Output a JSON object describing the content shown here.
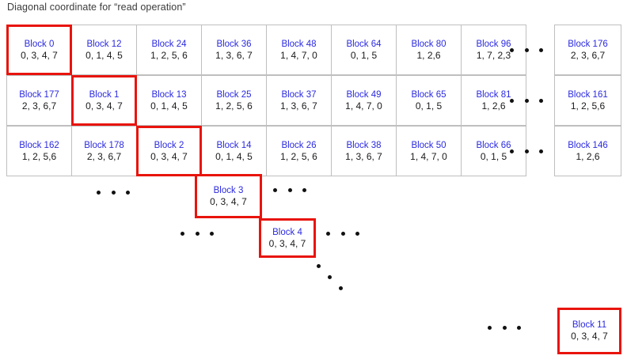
{
  "diagram": {
    "title": "Diagonal coordinate for “read operation”",
    "colors": {
      "highlight": "#e8140c",
      "block_label": "#2b2ae0",
      "values": "#1a1a1a",
      "grid_line": "#bfbfbf",
      "title_text": "#3b3b3b",
      "background": "#ffffff"
    },
    "grid": {
      "rows": [
        {
          "row_index": 0,
          "cells": [
            {
              "block": "Block 0",
              "values": "0, 3, 4, 7",
              "highlighted": true
            },
            {
              "block": "Block 12",
              "values": "0, 1, 4, 5",
              "highlighted": false
            },
            {
              "block": "Block 24",
              "values": "1, 2, 5, 6",
              "highlighted": false
            },
            {
              "block": "Block 36",
              "values": "1, 3, 6, 7",
              "highlighted": false
            },
            {
              "block": "Block 48",
              "values": "1, 4, 7, 0",
              "highlighted": false
            },
            {
              "block": "Block 64",
              "values": "0, 1, 5",
              "highlighted": false
            },
            {
              "block": "Block 80",
              "values": "1, 2,6",
              "highlighted": false
            },
            {
              "block": "Block 96",
              "values": "1, 7, 2,3",
              "highlighted": false
            }
          ],
          "ellipsis": true,
          "tail_cell": {
            "block": "Block 176",
            "values": "2, 3, 6,7",
            "highlighted": false
          }
        },
        {
          "row_index": 1,
          "cells": [
            {
              "block": "Block 177",
              "values": "2, 3, 6,7",
              "highlighted": false
            },
            {
              "block": "Block 1",
              "values": "0, 3, 4, 7",
              "highlighted": true
            },
            {
              "block": "Block 13",
              "values": "0, 1, 4, 5",
              "highlighted": false
            },
            {
              "block": "Block 25",
              "values": "1, 2, 5, 6",
              "highlighted": false
            },
            {
              "block": "Block 37",
              "values": "1, 3, 6, 7",
              "highlighted": false
            },
            {
              "block": "Block 49",
              "values": "1, 4, 7, 0",
              "highlighted": false
            },
            {
              "block": "Block 65",
              "values": "0, 1, 5",
              "highlighted": false
            },
            {
              "block": "Block 81",
              "values": "1, 2,6",
              "highlighted": false
            }
          ],
          "ellipsis": true,
          "tail_cell": {
            "block": "Block 161",
            "values": "1, 2, 5,6",
            "highlighted": false
          }
        },
        {
          "row_index": 2,
          "cells": [
            {
              "block": "Block 162",
              "values": "1, 2, 5,6",
              "highlighted": false
            },
            {
              "block": "Block 178",
              "values": "2, 3, 6,7",
              "highlighted": false
            },
            {
              "block": "Block 2",
              "values": "0, 3, 4, 7",
              "highlighted": true
            },
            {
              "block": "Block 14",
              "values": "0, 1, 4, 5",
              "highlighted": false
            },
            {
              "block": "Block 26",
              "values": "1, 2, 5, 6",
              "highlighted": false
            },
            {
              "block": "Block 38",
              "values": "1, 3, 6, 7",
              "highlighted": false
            },
            {
              "block": "Block 50",
              "values": "1, 4, 7, 0",
              "highlighted": false
            },
            {
              "block": "Block 66",
              "values": "0, 1, 5",
              "highlighted": false
            }
          ],
          "ellipsis": true,
          "tail_cell": {
            "block": "Block 146",
            "values": "1, 2,6",
            "highlighted": false
          }
        }
      ]
    },
    "diagonal_cells": [
      {
        "block": "Block 3",
        "values": "0, 3, 4, 7",
        "highlighted": true
      },
      {
        "block": "Block 4",
        "values": "0, 3, 4, 7",
        "highlighted": true
      },
      {
        "block": "Block 11",
        "values": "0, 3, 4, 7",
        "highlighted": true
      }
    ],
    "ellipsis_marks": [
      {
        "id": "row-0-gap",
        "orientation": "horizontal"
      },
      {
        "id": "row-1-gap",
        "orientation": "horizontal"
      },
      {
        "id": "row-2-gap",
        "orientation": "horizontal"
      },
      {
        "id": "below-row2-left",
        "orientation": "horizontal"
      },
      {
        "id": "block3-right",
        "orientation": "horizontal"
      },
      {
        "id": "block4-left",
        "orientation": "horizontal"
      },
      {
        "id": "block4-right",
        "orientation": "horizontal"
      },
      {
        "id": "descending",
        "orientation": "diagonal"
      },
      {
        "id": "block11-left",
        "orientation": "horizontal"
      }
    ]
  }
}
